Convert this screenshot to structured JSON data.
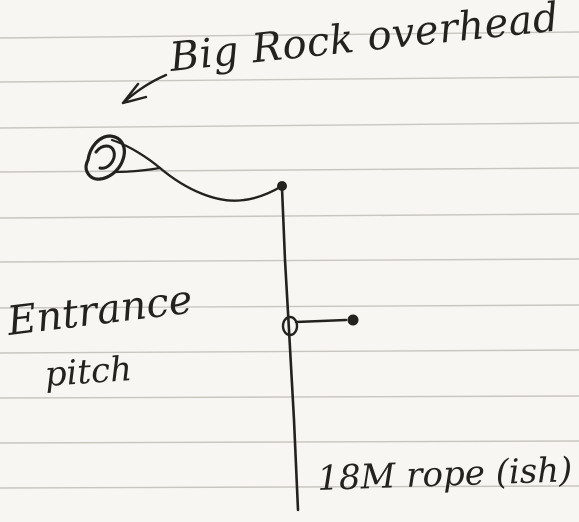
{
  "annotations": {
    "overhead": "Big Rock overhead",
    "entrance": "Entrance",
    "pitch": "pitch",
    "rope": "18M rope (ish)"
  },
  "colors": {
    "paper": "#f7f6f2",
    "rule_line": "#c9c6c0",
    "ink": "#24221f"
  }
}
